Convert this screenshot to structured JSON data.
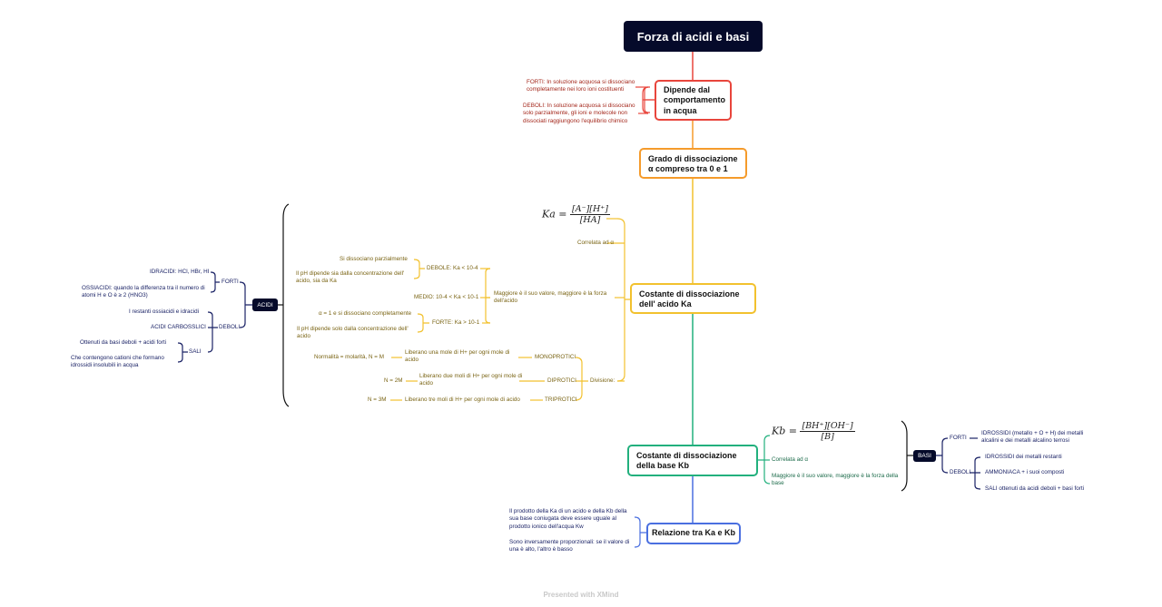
{
  "root": {
    "title": "Forza di acidi e basi"
  },
  "dipende": {
    "label": "Dipende dal comportamento in acqua",
    "forti": "FORTI: In soluzione acquosa si dissociano completamente nei loro ioni costituenti",
    "deboli": "DEBOLI: In soluzione acquosa si dissociano solo parzialmente, gli ioni e molecole non dissociati raggiungono l'equilibrio chimico"
  },
  "grado": {
    "label": "Grado di dissociazione α compreso tra 0 e 1"
  },
  "ka": {
    "label": "Costante di dissociazione dell' acido Ka",
    "formula_lhs": "Ka =",
    "formula_num": "[A⁻][H⁺]",
    "formula_den": "[HA]",
    "correlata": "Correlata ad α",
    "maggiore": "Maggiore è il suo valore, maggiore è la forza dell'acido",
    "debole": "DEBOLE: Ka < 10-4",
    "debole_1": "Si dissociano parzialmente",
    "debole_2": "Il pH dipende sia dalla concentrazione dell' acido, sia da Ka",
    "medio": "MEDIO: 10-4 < Ka < 10-1",
    "forte": "FORTE: Ka > 10-1",
    "forte_1": "α = 1 e si dissociano completamente",
    "forte_2": "Il pH dipende solo dalla concentrazione dell' acido",
    "divisione": "Divisione:",
    "mono": "MONOPROTICI",
    "mono_desc": "Liberano una mole di H+ per ogni mole di acido",
    "mono_n": "Normalità = molarità, N = M",
    "di": "DIPROTICI",
    "di_desc": "Liberano due moli di H+ per ogni mole di acido",
    "di_n": "N = 2M",
    "tri": "TRIPROTICI",
    "tri_desc": "Liberano tre moli di H+ per ogni mole di acido",
    "tri_n": "N = 3M"
  },
  "acidi": {
    "label": "ACIDI",
    "forti": "FORTI",
    "idracidi": "IDRACIDI: HCl, HBr, HI",
    "ossiacidi": "OSSIACIDI: quando la differenza tra il numero di atomi H e O è ≥ 2 (HNO3)",
    "deboli": "DEBOLI",
    "restanti": "I restanti ossiacidi e idracidi",
    "carbossilici": "ACIDI CARBOSSLICI",
    "sali": "SALI",
    "sali_1": "Ottenuti da basi deboli + acidi forti",
    "sali_2": "Che contengono cationi che formano idrossidi insolubili in acqua"
  },
  "kb": {
    "label": "Costante di dissociazione della base Kb",
    "formula_lhs": "Kb =",
    "formula_num": "[BH⁺][OH⁻]",
    "formula_den": "[B]",
    "correlata": "Correlata ad α",
    "maggiore": "Maggiore è il suo valore, maggiore è la forza della base"
  },
  "basi": {
    "label": "BASI",
    "forti": "FORTI",
    "forti_1": "IDROSSIDI (metallo + O + H) dei metalli alcalini e dei metalli alcalino terrosi",
    "deboli": "DEBOLI",
    "deboli_1": "IDROSSIDI dei metalli restanti",
    "deboli_2": "AMMONIACA + i suoi composti",
    "deboli_3": "SALI ottenuti da acidi deboli + basi forti"
  },
  "relazione": {
    "label": "Relazione tra Ka e Kb",
    "p1": "Il prodotto della Ka di un acido e della Kb della sua base coniugata deve essere uguale al prodotto ionico dell'acqua Kw",
    "p2": "Sono inversamente proporzionali: se il valore di una è alto, l'altro è basso"
  },
  "footer": "Presented with XMind",
  "colors": {
    "red": "#e8453c",
    "orange": "#f59b2b",
    "yellow": "#f2c12e",
    "green": "#22b07d",
    "blue": "#4a6fe0",
    "navy": "#050a2a"
  }
}
